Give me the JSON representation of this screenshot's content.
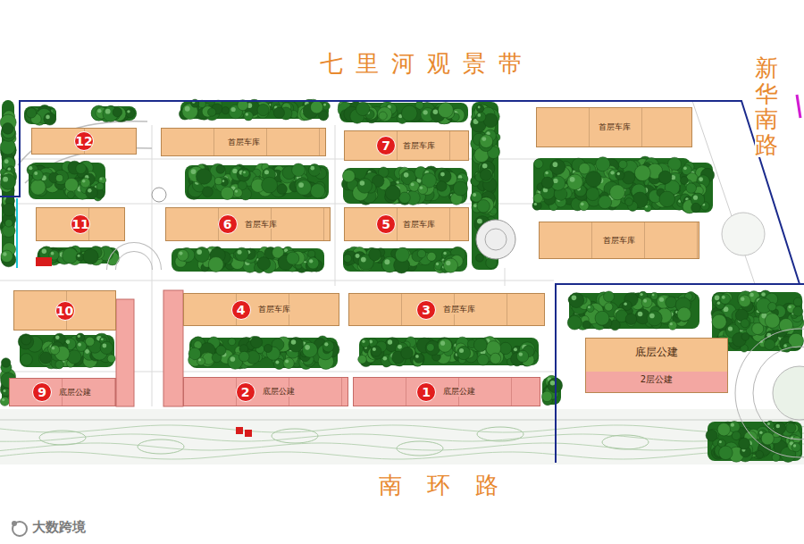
{
  "diagram": {
    "nodes": [
      {
        "text": [
          "12"
        ]
      },
      {
        "text": [
          "首层车库"
        ]
      },
      {
        "text": [
          "7",
          "首层车库"
        ]
      },
      {
        "text": [
          "首层车库"
        ]
      },
      {
        "text": [
          "11"
        ]
      },
      {
        "text": [
          "6",
          "首层车库"
        ]
      },
      {
        "text": [
          "5",
          "首层车库"
        ]
      },
      {
        "text": [
          "首层车库"
        ]
      },
      {
        "text": [
          "10"
        ]
      },
      {
        "text": [
          "4",
          "首层车库"
        ]
      },
      {
        "text": [
          "3",
          "首层车库"
        ]
      },
      {
        "text": [
          "底层公建",
          "2层公建"
        ]
      },
      {
        "text": [
          "9",
          "底层公建"
        ]
      },
      {
        "text": [
          "2",
          "底层公建"
        ]
      },
      {
        "text": [
          "1",
          "底层公建"
        ]
      }
    ],
    "labels": [
      "七里河观景带",
      "南 环 路",
      "新华南路",
      "大数跨境"
    ]
  }
}
